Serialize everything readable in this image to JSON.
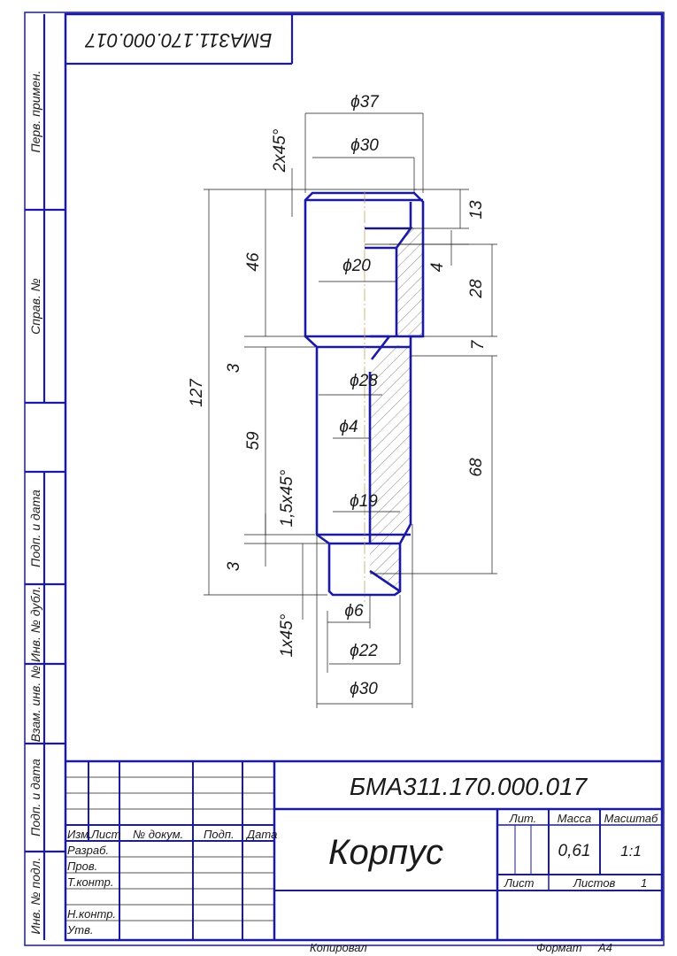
{
  "drawing": {
    "designation": "БМА311.170.000.017",
    "designation_mirrored": "БМА311.170.000.017",
    "part_name": "Корпус",
    "mass": "0,61",
    "scale": "1:1",
    "sheets_total": "1",
    "format_label": "Формат",
    "format_value": "А4",
    "copied_label": "Копировал"
  },
  "left_strip": {
    "perv_primen": "Перв. примен.",
    "sprav_no": "Справ. №",
    "podp_data_1": "Подп. и дата",
    "inv_dubl": "Инв. № дубл.",
    "vzam_inv": "Взам. инв. №",
    "podp_data_2": "Подп. и дата",
    "inv_podl": "Инв. № подл."
  },
  "title_block": {
    "headers": [
      "Изм.",
      "Лист",
      "№ докум.",
      "Подп.",
      "Дата"
    ],
    "rows": [
      "Разраб.",
      "Пров.",
      "Т.контр.",
      "Н.контр.",
      "Утв."
    ],
    "lit_label": "Лит.",
    "mass_label": "Масса",
    "scale_label": "Масштаб",
    "sheet_label": "Лист",
    "sheets_label": "Листов"
  },
  "dimensions": {
    "d37": "ϕ37",
    "d30_top": "ϕ30",
    "chamfer_top": "2x45°",
    "d20": "ϕ20",
    "d28": "ϕ28",
    "d4": "ϕ4",
    "d19": "ϕ19",
    "d6": "ϕ6",
    "d22": "ϕ22",
    "d30_bottom": "ϕ30",
    "chamfer_mid": "1,5x45°",
    "chamfer_bottom": "1x45°",
    "len_127": "127",
    "len_46": "46",
    "len_3a": "3",
    "len_59": "59",
    "len_3b": "3",
    "len_13": "13",
    "len_4": "4",
    "len_28": "28",
    "len_7": "7",
    "len_68": "68"
  }
}
